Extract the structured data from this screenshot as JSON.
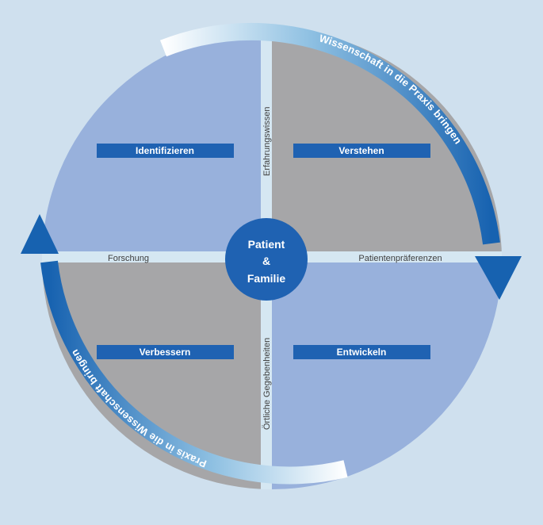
{
  "center": {
    "line1": "Patient",
    "line2": "&",
    "line3": "Familie"
  },
  "quadrants": {
    "top_left": "Identifizieren",
    "top_right": "Verstehen",
    "bottom_left": "Verbessern",
    "bottom_right": "Entwickeln"
  },
  "axes": {
    "top": "Erfahrungswissen",
    "bottom": "Örtliche Gegebenheiten",
    "left": "Forschung",
    "right": "Patientenpräferenzen"
  },
  "arrows": {
    "top_right": "Wissenschaft in die Praxis bringen",
    "bottom_left": "Praxis in die Wissenschaft bringen"
  },
  "colors": {
    "background": "#cfe0ee",
    "blue_quadrant": "#98b1dc",
    "gray_quadrant": "#a6a6a8",
    "label_bar": "#1f62b2",
    "arrow": "#1762b0",
    "center": "#1f62b2"
  }
}
